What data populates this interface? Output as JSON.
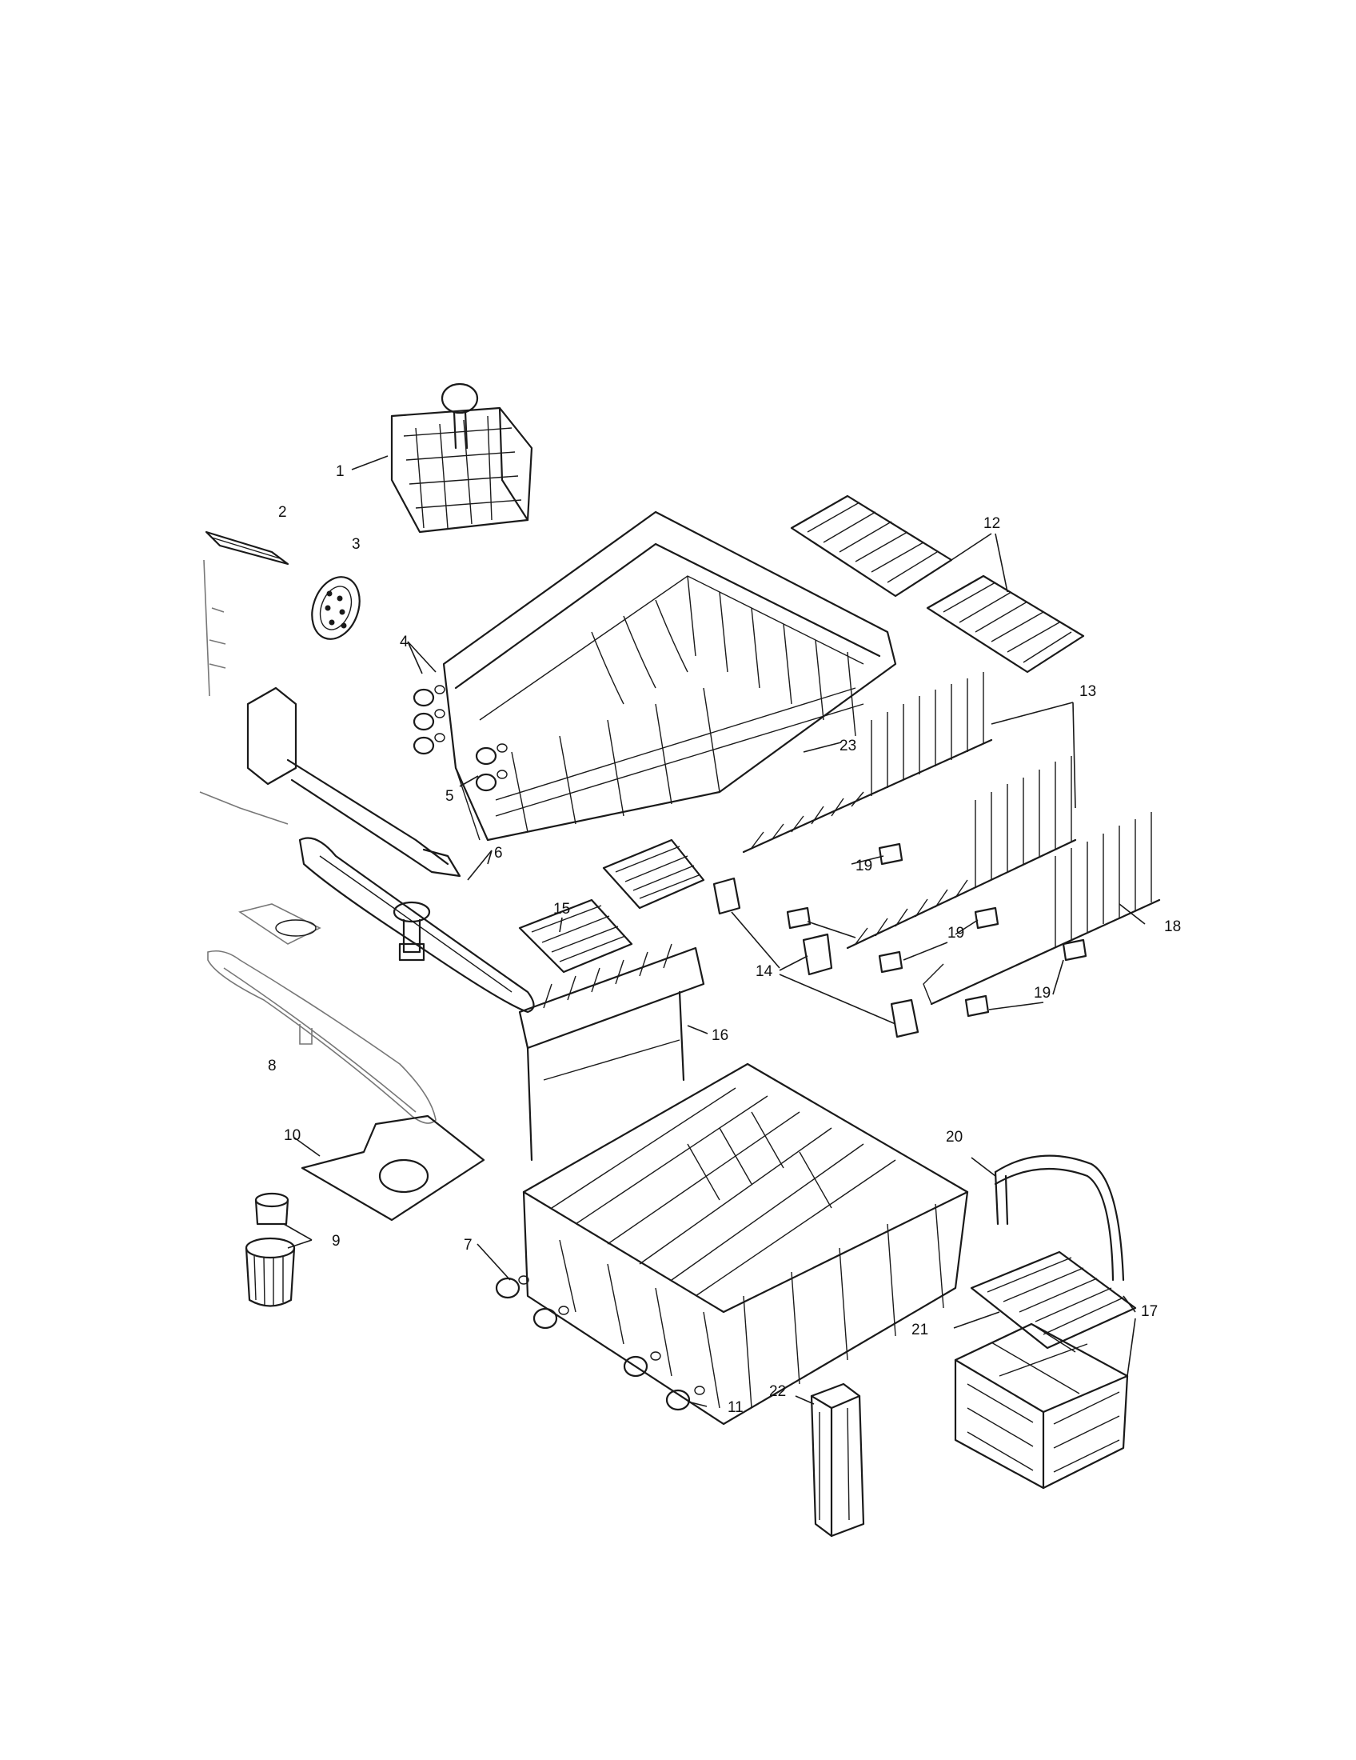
{
  "callouts": {
    "c1": "1",
    "c2": "2",
    "c3": "3",
    "c4": "4",
    "c5": "5",
    "c6": "6",
    "c7": "7",
    "c8": "8",
    "c9": "9",
    "c10": "10",
    "c11": "11",
    "c12": "12",
    "c13": "13",
    "c14": "14",
    "c15": "15",
    "c16": "16",
    "c17": "17",
    "c18": "18",
    "c19a": "19",
    "c19b": "19",
    "c19c": "19",
    "c20": "20",
    "c21": "21",
    "c22": "22",
    "c23": "23"
  }
}
